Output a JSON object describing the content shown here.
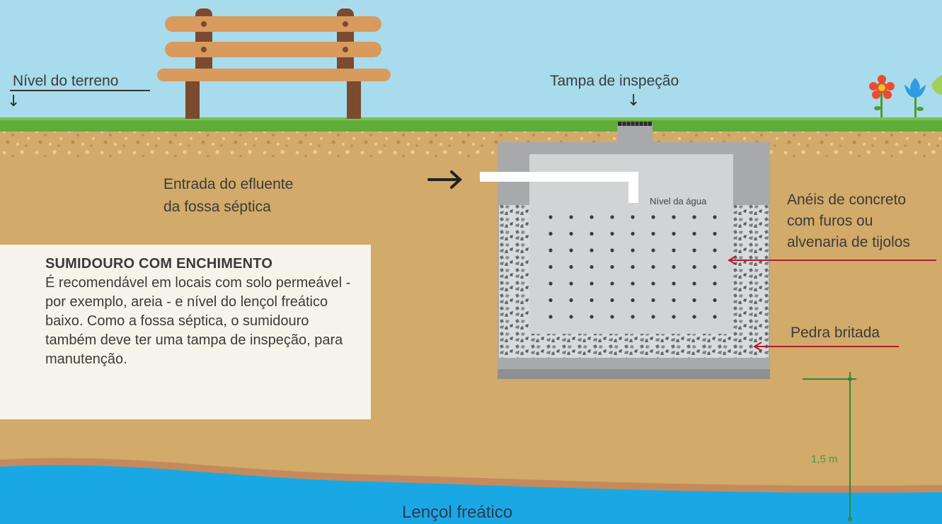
{
  "labels": {
    "ground_level": "Nível do terreno",
    "inspection_cover": "Tampa de inspeção",
    "effluent_inlet_line1": "Entrada do efluente",
    "effluent_inlet_line2": "da fossa séptica",
    "water_level": "Nível da água",
    "rings_line1": "Anéis de concreto",
    "rings_line2": "com furos ou",
    "rings_line3": "alvenaria de tijolos",
    "crushed_stone": "Pedra britada",
    "distance": "1,5 m",
    "water_table": "Lençol freático"
  },
  "info_box": {
    "title": "SUMIDOURO COM ENCHIMENTO",
    "body": "É recomendável em locais com solo permeável - por exemplo, areia - e nível do lençol freático baixo. Como a fossa séptica, o sumidouro também deve ter uma tampa de inspeção, para manutenção."
  },
  "colors": {
    "sky": "#a8dcec",
    "grass": "#5fac3b",
    "soil": "#d2aa69",
    "topsoil": "#e6b77b",
    "concrete": "#a8a9ab",
    "concrete_inner": "#d2d3d5",
    "gravel": "#8f9092",
    "water": "#1aa8e4",
    "water_edge": "#c48a5c",
    "bench_wood": "#d99a5e",
    "bench_frame": "#7a4b2e",
    "pointer_red": "#a8222e",
    "measure_green": "#2f8a3a"
  }
}
